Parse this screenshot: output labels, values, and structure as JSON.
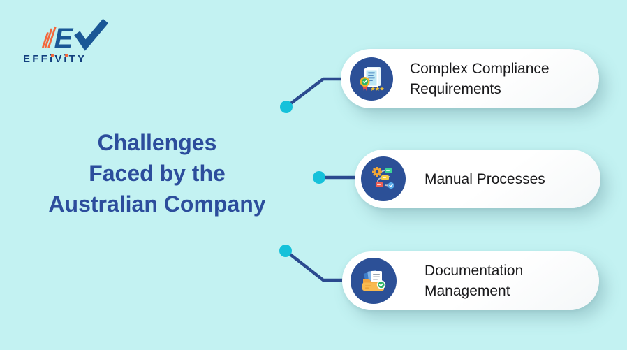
{
  "brand": {
    "mark_letter": "E",
    "name_parts": [
      "EFF",
      "i",
      "V",
      "i",
      "TY"
    ],
    "name_full": "EFFiViTY"
  },
  "title": {
    "full": "Challenges Faced by the Australian Company",
    "lines": [
      "Challenges",
      "Faced by the",
      "Australian Company"
    ]
  },
  "cards": [
    {
      "label": "Complex Compliance Requirements",
      "icon": "certificate-badge-icon"
    },
    {
      "label": "Manual Processes",
      "icon": "process-flow-icon"
    },
    {
      "label": "Documentation Management",
      "icon": "folder-documents-icon"
    }
  ],
  "colors": {
    "background": "#C3F2F2",
    "title_blue": "#2C4D9C",
    "connector_blue": "#2B4A8F",
    "dot_cyan": "#15C1DA",
    "icon_circle_blue": "#2C5097",
    "card_background": "#FFFFFF",
    "card_text": "#19191B",
    "brand_navy": "#123F7E",
    "brand_orange": "#F4673C"
  }
}
